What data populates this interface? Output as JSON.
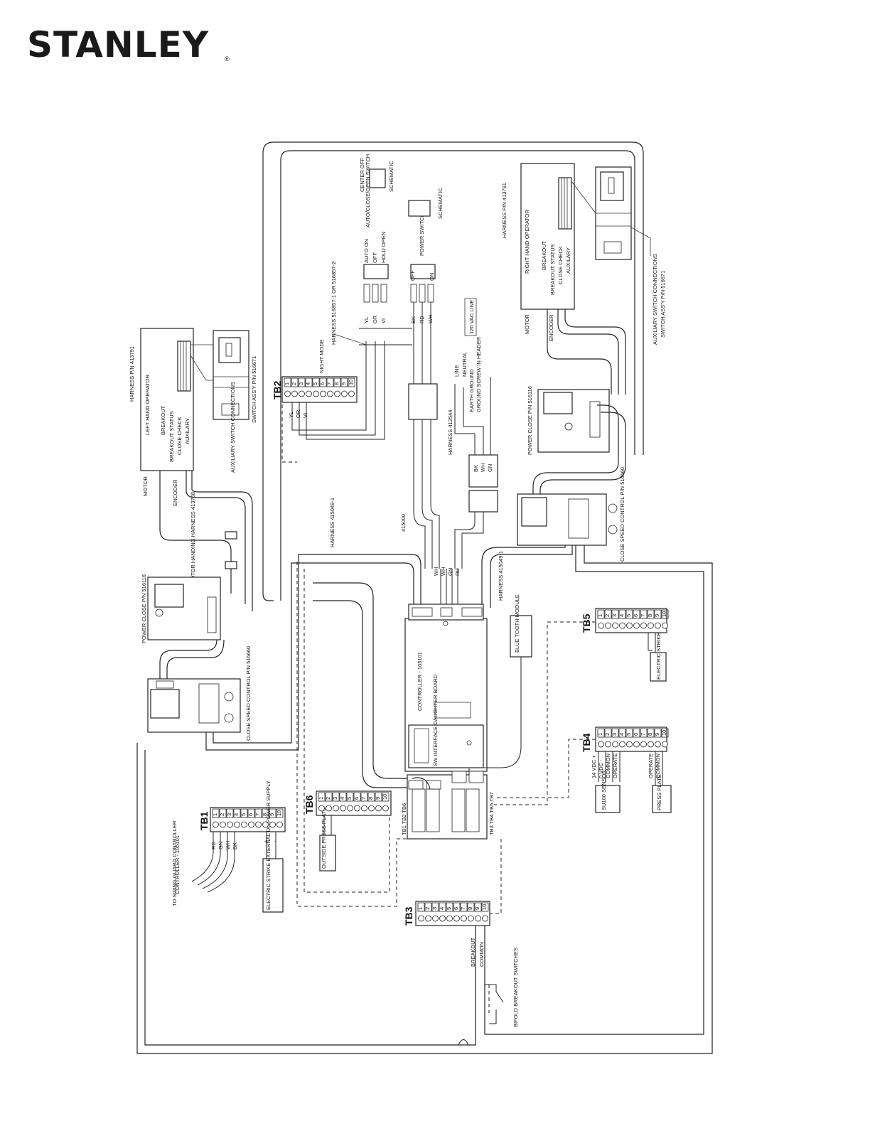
{
  "brand": {
    "logo_text": "STANLEY",
    "registered_mark": "®"
  },
  "labels": {
    "harness_413791_left": "HARNESS P/N 413791",
    "left_hand_operator": "LEFT HAND OPERATOR",
    "breakout": "BREAKOUT",
    "breakout_status": "BREAKOUT STATUS",
    "close_check": "CLOSE CHECK",
    "auxilary": "AUXILARY",
    "aux_switch_connections": "AUXILIARY SWITCH CONNECTIONS",
    "switch_assy_left": "SWITCH ASS'Y P/N 516671",
    "motor_left": "MOTOR",
    "encoder_left": "ENCODER",
    "motor_handing_harness": "MOTOR HANDING HARNESS 413768",
    "power_close_left": "POWER CLOSE P/N 516116",
    "close_speed_control_left": "CLOSE SPEED CONTROL P/N 516660",
    "harness_415049_left": "HARNESS 415049-1",
    "tb2": "TB2",
    "night_mode": "NIGHT MODE",
    "tb2_yl": "YL",
    "tb2_or": "OR",
    "tb2_vi": "VI",
    "harness_516857": "HARNESS 516857-1 OR 516857-2",
    "auto_on": "AUTO ON",
    "off": "OFF",
    "hold_open": "HOLD OPEN",
    "auto_close_open_switch": "AUTO/CLOSE/OPEN SWITCH",
    "center_off": "CENTER OFF",
    "schematic": "SCHEMATIC",
    "power_switch": "POWER SWITCH",
    "on": "ON",
    "bk": "BK",
    "rd": "RD",
    "wh": "WH",
    "gn": "GN",
    "yl": "YL",
    "or": "OR",
    "vi": "VI",
    "vac_120": "120 VAC LINE",
    "line": "LINE",
    "neutral": "NEUTRAL",
    "earth_ground": "EARTH GROUND",
    "ground_screw": "GROUND SCREW IN HEADER",
    "harness_412544": "HARNESS 412544",
    "harness_415000": "415000",
    "harness_413791_right": "HARNESS P/N 413791",
    "right_hand_operator": "RIGHT HAND OPERATOR",
    "aux_switch_connections_right": "AUXILIARY SWITCH CONNECTIONS",
    "switch_assy_right": "SWITCH ASS'Y P/N 516671",
    "motor_right": "MOTOR",
    "encoder_right": "ENCODER",
    "power_close_right": "POWER CLOSE P/N 516116",
    "close_speed_control_right": "CLOSE SPEED CONTROL P/N 516660",
    "harness_415049_right": "HARNESS 415049-1",
    "controller": "CONTROLLER - 105101",
    "daughter_board": "SW INTERFACE DAUGHTER BOARD",
    "bluetooth_module": "BLUE TOOTH MODULE",
    "tb5": "TB5",
    "electric_strike": "ELECTRIC STRIKE",
    "tb4": "TB4",
    "vdc_14": "14 VDC +",
    "zero_vdc": "0 VDC -",
    "common": "COMMON",
    "operate": "OPERATE",
    "su100_sensor": "SU100 SENSOR",
    "operate_r": "OPERATE",
    "common_r": "COMMON",
    "press_plate": "PRESS PLATE",
    "tb6": "TB6",
    "outside_press_plate": "OUTSIDE PRESS PLATE",
    "tb1": "TB1",
    "to_swing_guard": "TO SWING GUARD CONTROLLER",
    "ext_power": "ELECTRIC STRIKE EXTERNAL DC POWER SUPPLY",
    "plus": "+",
    "minus": "-",
    "tb3": "TB3",
    "breakout_r": "BREAKOUT",
    "common_b": "COMMON",
    "bifold": "BIFOLD BREAKOUT SWITCHES",
    "tb_edge_left": "TB1 TB2 TB6",
    "tb_edge_right": "TB3 TB4 TB5 TB7"
  },
  "terminal_numbers": [
    "1",
    "2",
    "3",
    "4",
    "5",
    "6",
    "7",
    "8",
    "9",
    "10"
  ]
}
